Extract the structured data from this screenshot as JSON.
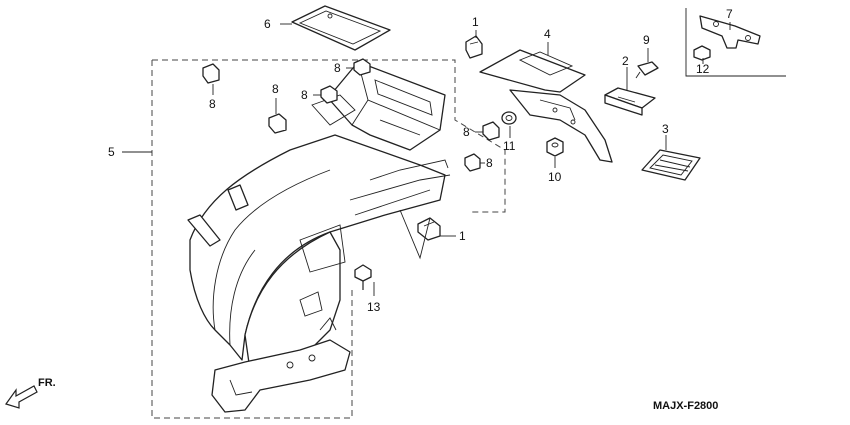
{
  "diagram_code": "MAJX-F2800",
  "front_indicator": "FR.",
  "callouts": {
    "c1_top": "1",
    "c1_mid": "1",
    "c2": "2",
    "c3": "3",
    "c4": "4",
    "c5": "5",
    "c6": "6",
    "c7": "7",
    "c8_left": "8",
    "c8_top": "8",
    "c8_mid_a": "8",
    "c8_mid_b": "8",
    "c8_right_a": "8",
    "c8_right_b": "8",
    "c9": "9",
    "c10": "10",
    "c11": "11",
    "c12": "12",
    "c13": "13"
  }
}
